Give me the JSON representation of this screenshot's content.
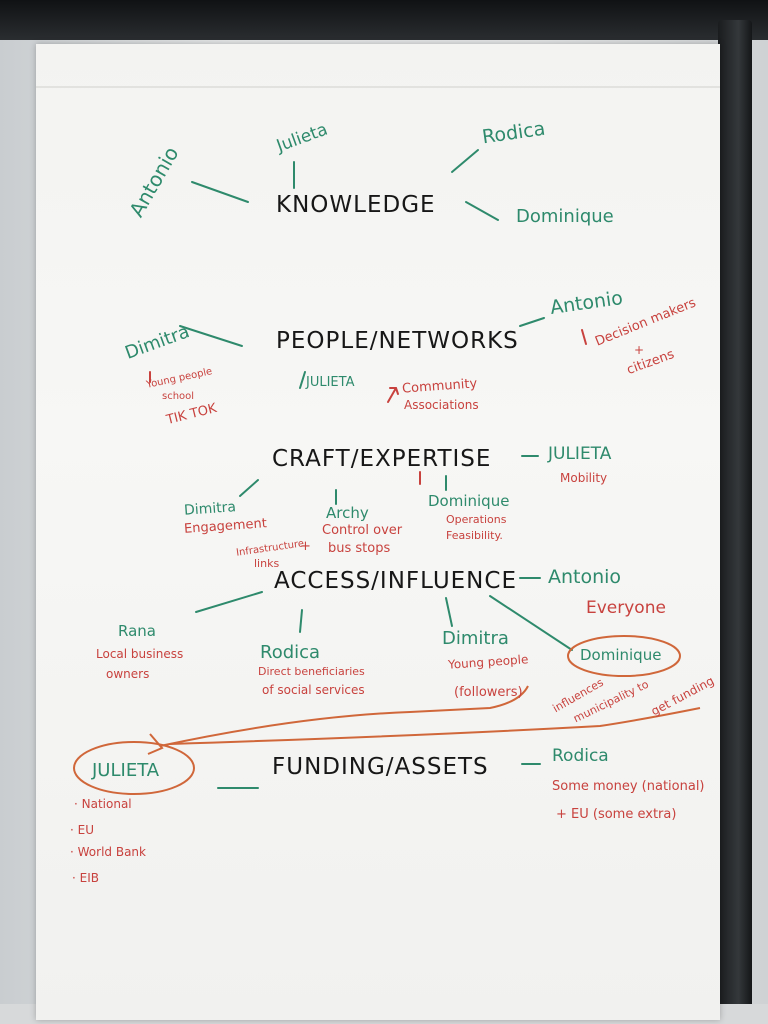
{
  "categories": {
    "knowledge": "KNOWLEDGE",
    "people": "PEOPLE/NETWORKS",
    "craft": "CRAFT/EXPERTISE",
    "access": "ACCESS/INFLUENCE",
    "funding": "FUNDING/ASSETS"
  },
  "knowledge": {
    "antonio": "Antonio",
    "julieta": "Julieta",
    "rodica": "Rodica",
    "dominique": "Dominique"
  },
  "people": {
    "dimitra": "Dimitra",
    "dimitra_note1": "Young people",
    "dimitra_note2": "school",
    "dimitra_note3": "TIK TOK",
    "antonio": "Antonio",
    "antonio_note1": "Decision makers",
    "antonio_note2": "+",
    "antonio_note3": "citizens",
    "julieta": "JULIETA",
    "community1": "Community",
    "community2": "Associations"
  },
  "craft": {
    "julieta": "JULIETA",
    "julieta_note": "Mobility",
    "dimitra": "Dimitra",
    "dimitra_note": "Engagement",
    "archy": "Archy",
    "archy_note1": "Control over",
    "archy_note2": "bus stops",
    "infra1": "Infrastructure",
    "infra2": "links",
    "plus": "+",
    "dominique": "Dominique",
    "dominique_note1": "Operations",
    "dominique_note2": "Feasibility."
  },
  "access": {
    "antonio": "Antonio",
    "everyone": "Everyone",
    "rana": "Rana",
    "rana_note1": "Local business",
    "rana_note2": "owners",
    "rodica": "Rodica",
    "rodica_note1": "Direct beneficiaries",
    "rodica_note2": "of social services",
    "dimitra": "Dimitra",
    "dimitra_note1": "Young people",
    "dimitra_note2": "(followers)",
    "dominique": "Dominique",
    "influences1": "influences",
    "influences2": "municipality to",
    "influences3": "get funding"
  },
  "funding": {
    "julieta": "JULIETA",
    "list": [
      "· National",
      "· EU",
      "· World Bank",
      "· EIB"
    ],
    "rodica": "Rodica",
    "rodica_note1": "Some money (national)",
    "rodica_note2": "+ EU (some extra)"
  },
  "colors": {
    "ink_black": "#171717",
    "ink_green": "#2e8a6c",
    "ink_red": "#c8423e",
    "ink_orange": "#d0673a"
  }
}
